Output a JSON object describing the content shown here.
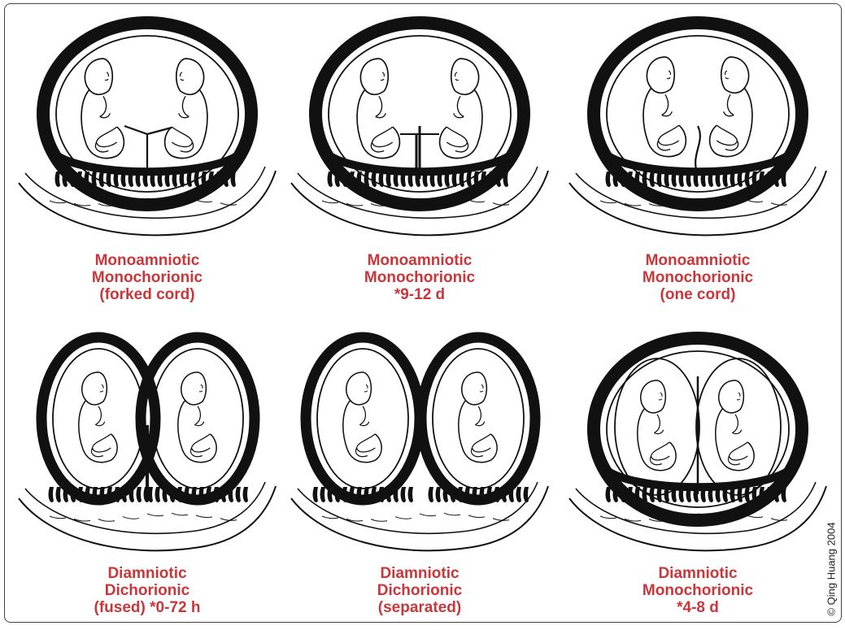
{
  "panels": [
    {
      "id": "mono-mono-forked",
      "variant": "mono-forked",
      "lines": [
        "Monoamniotic",
        "Monochorionic",
        "(forked cord)"
      ]
    },
    {
      "id": "mono-mono-timing",
      "variant": "mono-septum",
      "lines": [
        "Monoamniotic",
        "Monochorionic",
        "*9-12 d"
      ]
    },
    {
      "id": "mono-mono-onecord",
      "variant": "mono-facing",
      "lines": [
        "Monoamniotic",
        "Monochorionic",
        "(one cord)"
      ]
    },
    {
      "id": "di-di-fused",
      "variant": "di-fused",
      "lines": [
        "Diamniotic",
        "Dichorionic",
        "(fused) *0-72 h"
      ]
    },
    {
      "id": "di-di-separated",
      "variant": "di-separated",
      "lines": [
        "Diamniotic",
        "Dichorionic",
        "(separated)"
      ]
    },
    {
      "id": "di-mono",
      "variant": "di-mono",
      "lines": [
        "Diamniotic",
        "Monochorionic",
        "*4-8 d"
      ]
    }
  ],
  "copyright": "© Qing Huang 2004",
  "colors": {
    "caption": "#c8373a",
    "ink": "#111111"
  }
}
